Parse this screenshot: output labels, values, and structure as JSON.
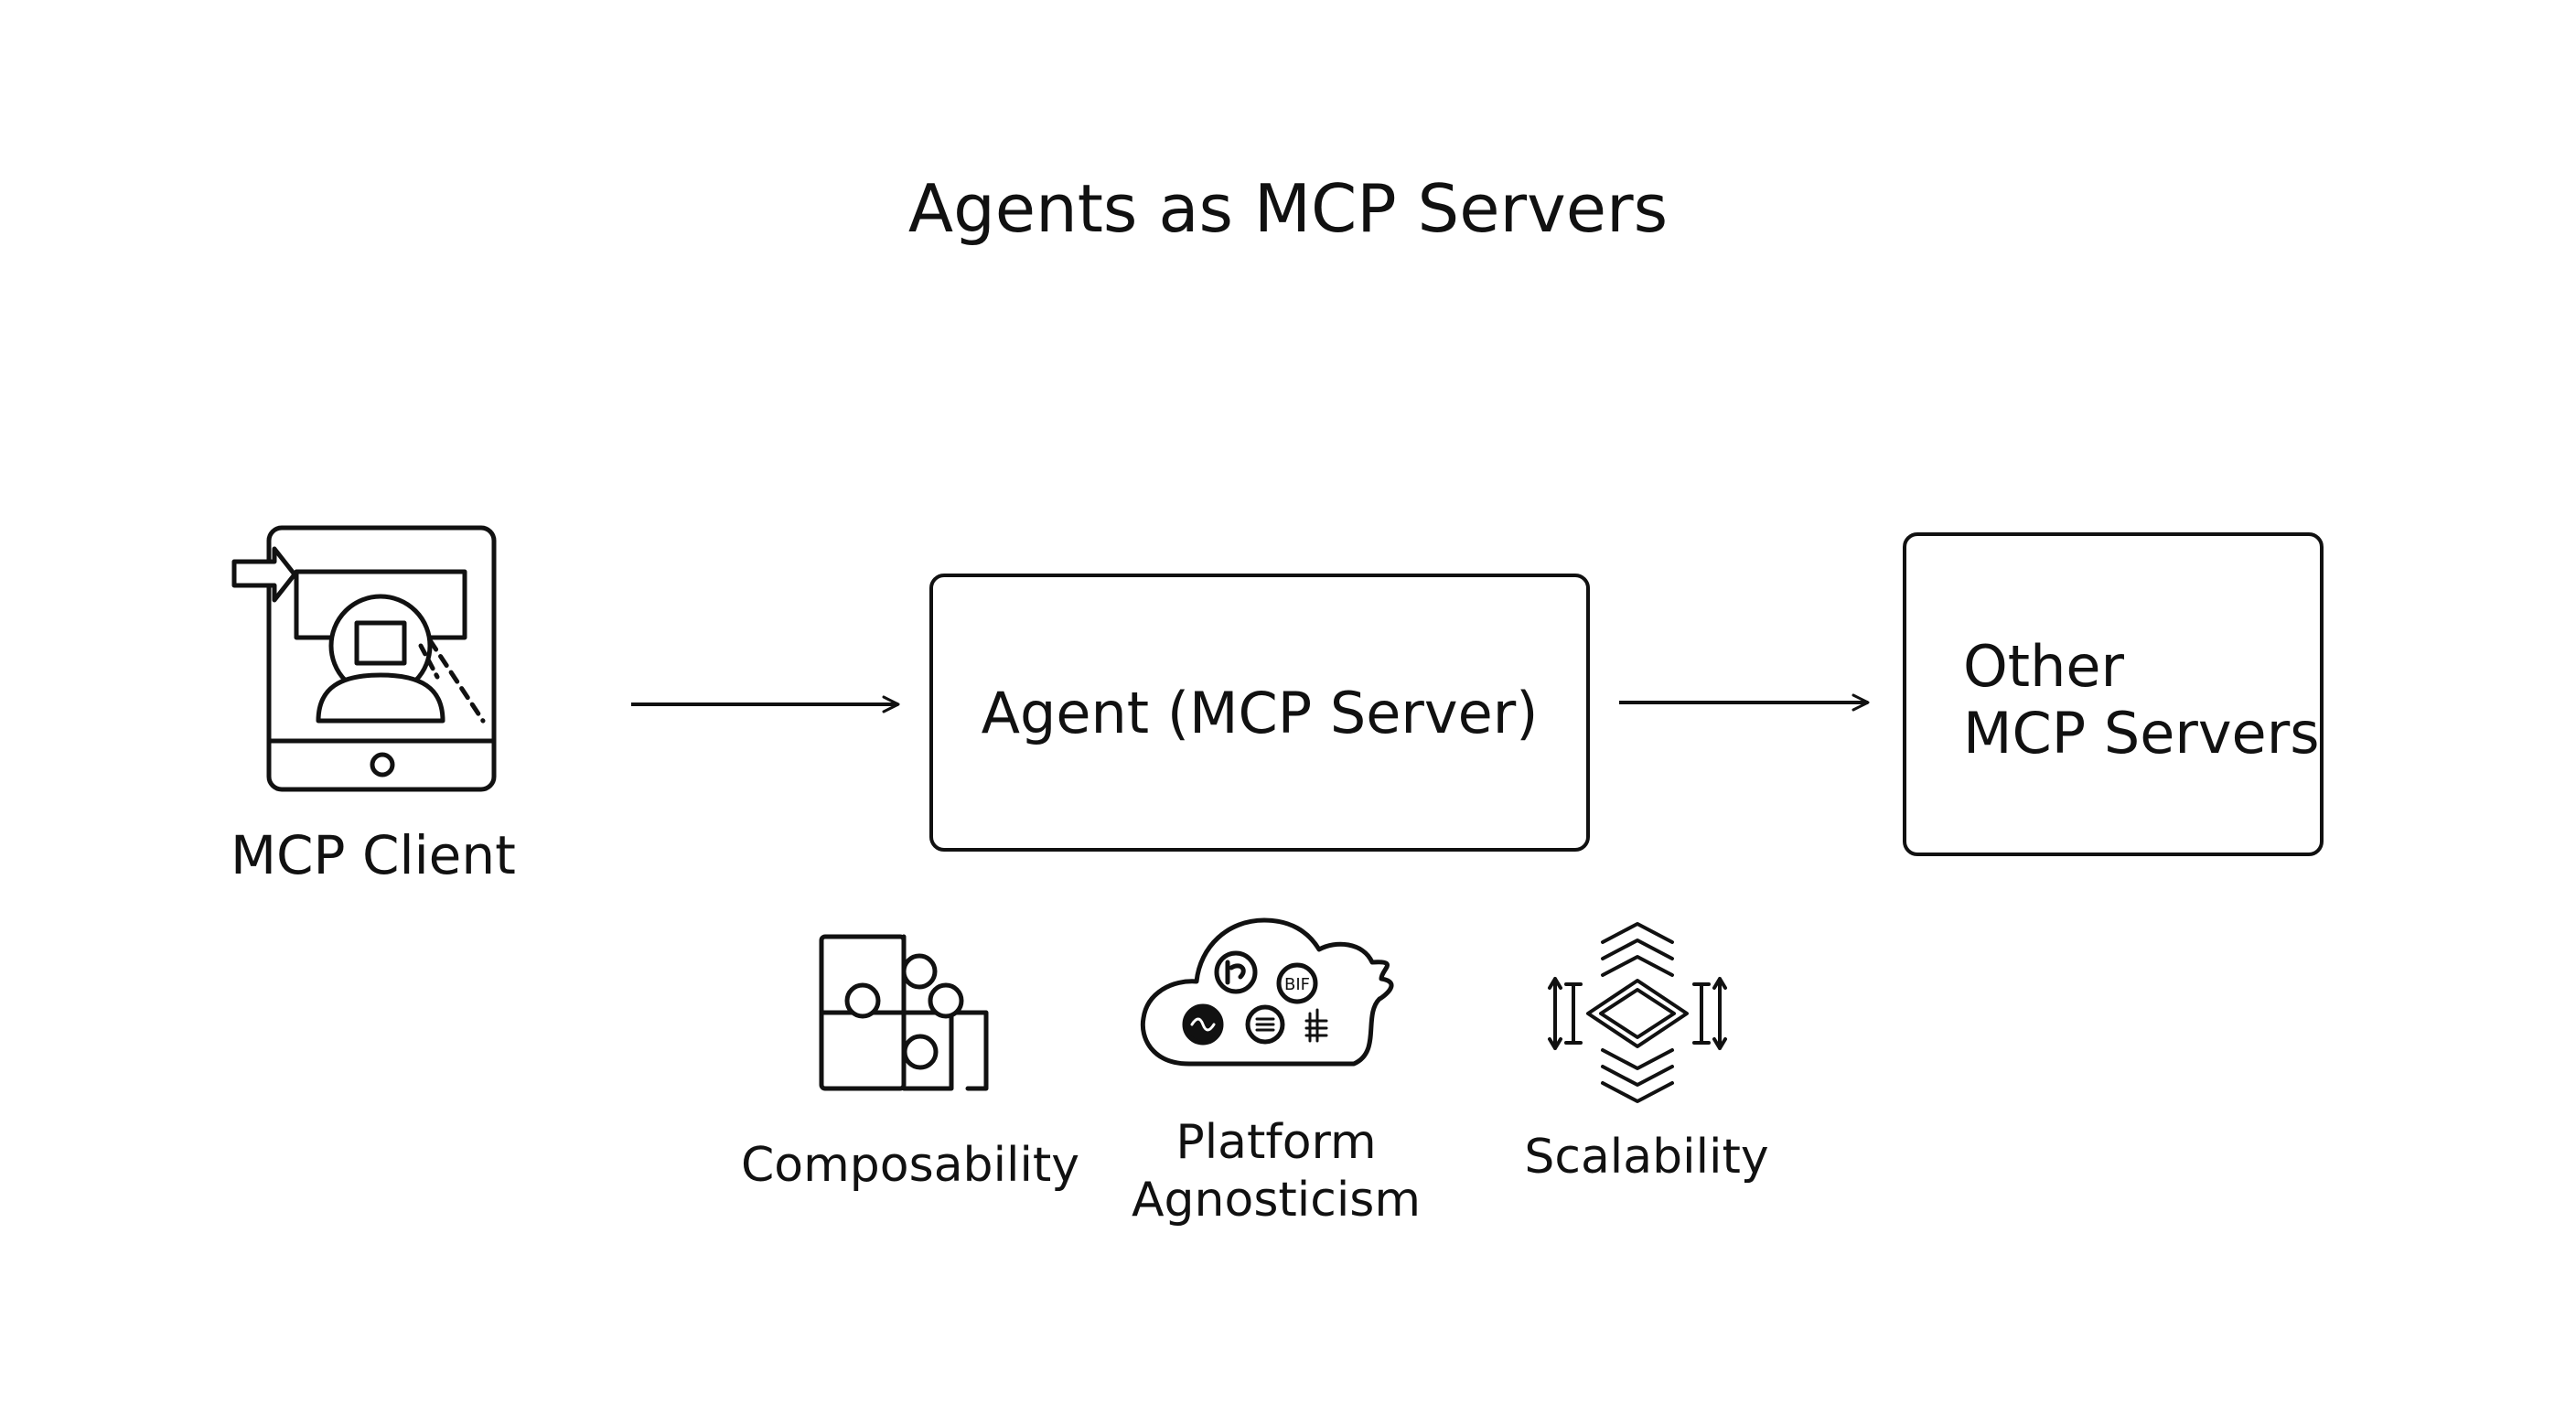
{
  "title": "Agents as MCP Servers",
  "nodes": {
    "client": {
      "label": "MCP Client",
      "icon": "tablet-user-icon"
    },
    "agent": {
      "label": "Agent (MCP Server)"
    },
    "other": {
      "label_line1": "Other",
      "label_line2": "MCP Servers"
    }
  },
  "edges": [
    {
      "from": "MCP Client",
      "to": "Agent (MCP Server)"
    },
    {
      "from": "Agent (MCP Server)",
      "to": "Other MCP Servers"
    }
  ],
  "features": [
    {
      "label_lines": [
        "Composability"
      ],
      "icon": "puzzle-icon"
    },
    {
      "label_lines": [
        "Platform",
        "Agnosticism"
      ],
      "icon": "cloud-platforms-icon"
    },
    {
      "label_lines": [
        "Scalability"
      ],
      "icon": "scale-layers-icon"
    }
  ],
  "cloud_badges": [
    "BIF"
  ],
  "colors": {
    "stroke": "#111111",
    "background": "#ffffff"
  }
}
